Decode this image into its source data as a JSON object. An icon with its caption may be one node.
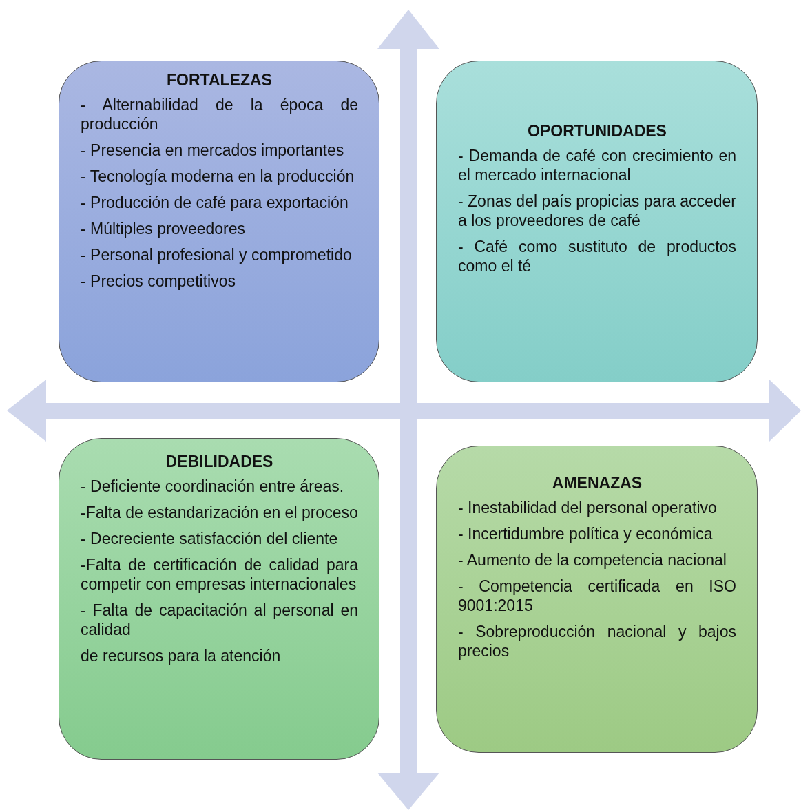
{
  "diagram": {
    "nodes": [
      {
        "text": [
          "FORTALEZAS",
          "- Alternabilidad de la época de producción",
          "- Presencia en mercados importantes",
          "- Tecnología moderna en la producción",
          "- Producción de café para exportación",
          "- Múltiples proveedores",
          "- Personal profesional y comprometido",
          "- Precios competitivos"
        ]
      },
      {
        "text": [
          "OPORTUNIDADES",
          "- Demanda de café con crecimiento en el mercado internacional",
          "- Zonas del país propicias para acceder a los proveedores de café",
          "- Café como sustituto de productos como el té"
        ]
      },
      {
        "text": [
          "DEBILIDADES",
          "- Deficiente coordinación entre áreas.",
          "-Falta de estandarización en el proceso",
          "- Decreciente satisfacción del cliente",
          "-Falta de certificación de calidad para competir con empresas internacionales",
          "- Falta de capacitación al personal en calidad",
          "de recursos para la atención"
        ]
      },
      {
        "text": [
          "AMENAZAS",
          "- Inestabilidad del personal operativo",
          "- Incertidumbre política y económica",
          "- Aumento de la competencia nacional",
          "- Competencia certificada en ISO 9001:2015",
          "- Sobreproducción nacional y bajos precios"
        ]
      }
    ]
  }
}
